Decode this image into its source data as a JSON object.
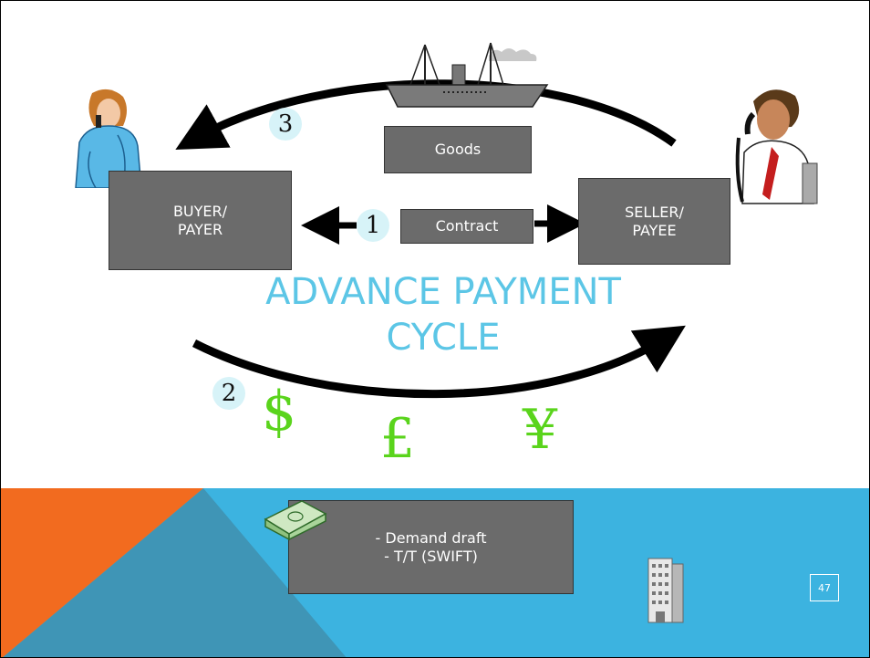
{
  "diagram": {
    "buyer_label": "BUYER/\nPAYER",
    "seller_label": "SELLER/\nPAYEE",
    "goods_label": "Goods",
    "contract_label": "Contract",
    "step_1": "1",
    "step_2": "2",
    "step_3": "3",
    "title_line1": "ADVANCE   PAYMENT",
    "title_line2": "CYCLE",
    "currencies": [
      "$",
      "£",
      "¥"
    ],
    "payment_methods": "- Demand draft\n- T/T (SWIFT)"
  },
  "slide": {
    "page_number": "47"
  },
  "colors": {
    "box_fill": "#6b6b6b",
    "title": "#5cc6e6",
    "currency": "#5ad41c",
    "footer_blue": "#3cb3e0",
    "footer_orange": "#f26b1f",
    "footer_teal": "#3f95b6",
    "step_circle": "#d7f3f8"
  },
  "icons": [
    "ship-icon",
    "businesswoman-phone-icon",
    "businessman-phone-icon",
    "money-stack-icon",
    "office-building-icon"
  ]
}
